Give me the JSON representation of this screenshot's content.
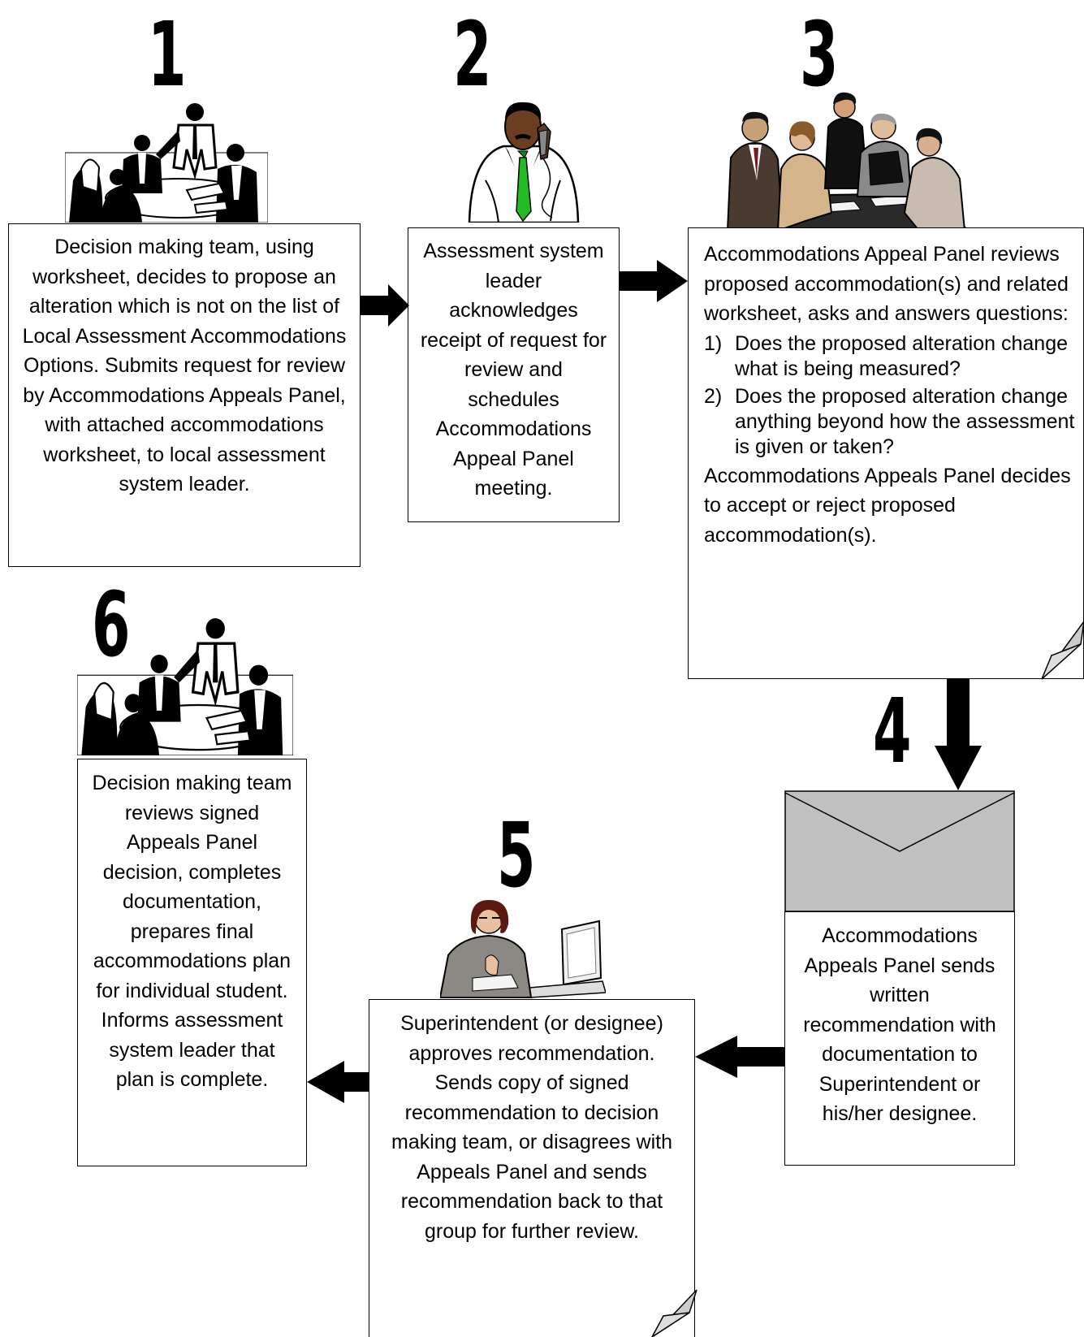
{
  "steps": [
    {
      "number": "1",
      "picture": "meeting-team-icon",
      "text": "Decision making team, using worksheet, decides to propose an alteration which is not on the list of Local Assessment Accommodations Options. Submits request for review by Accommodations Appeals Panel, with attached accommodations worksheet, to local assessment system leader."
    },
    {
      "number": "2",
      "picture": "phone-leader-icon",
      "text": "Assessment system leader acknowledges receipt of request for review and schedules Accommodations Appeal Panel meeting."
    },
    {
      "number": "3",
      "picture": "panel-group-icon",
      "intro": "Accommodations Appeal Panel reviews proposed accommodation(s) and related worksheet, asks and answers questions:",
      "questions": [
        {
          "num": "1)",
          "text": "Does the proposed alteration change what is being measured?"
        },
        {
          "num": "2)",
          "text": "Does the proposed alteration change anything beyond how the assessment is given or taken?"
        }
      ],
      "outro": "Accommodations Appeals Panel decides to accept or reject proposed accommodation(s)."
    },
    {
      "number": "4",
      "picture": "envelope-icon",
      "text": "Accommodations Appeals Panel sends written recommendation with documentation to Superintendent or his/her designee."
    },
    {
      "number": "5",
      "picture": "superintendent-desk-icon",
      "text": "Superintendent (or designee) approves recommendation. Sends copy of signed recommendation to decision making team, or disagrees with Appeals Panel and sends recommendation back to that group for further review."
    },
    {
      "number": "6",
      "picture": "meeting-team-icon",
      "text": "Decision making team reviews signed Appeals Panel decision, completes documentation, prepares final accommodations plan for individual student. Informs assessment system leader that plan is complete."
    }
  ],
  "colors": {
    "line": "#000000",
    "envelope": "#c0c0c0",
    "fold": "#cccccc"
  }
}
